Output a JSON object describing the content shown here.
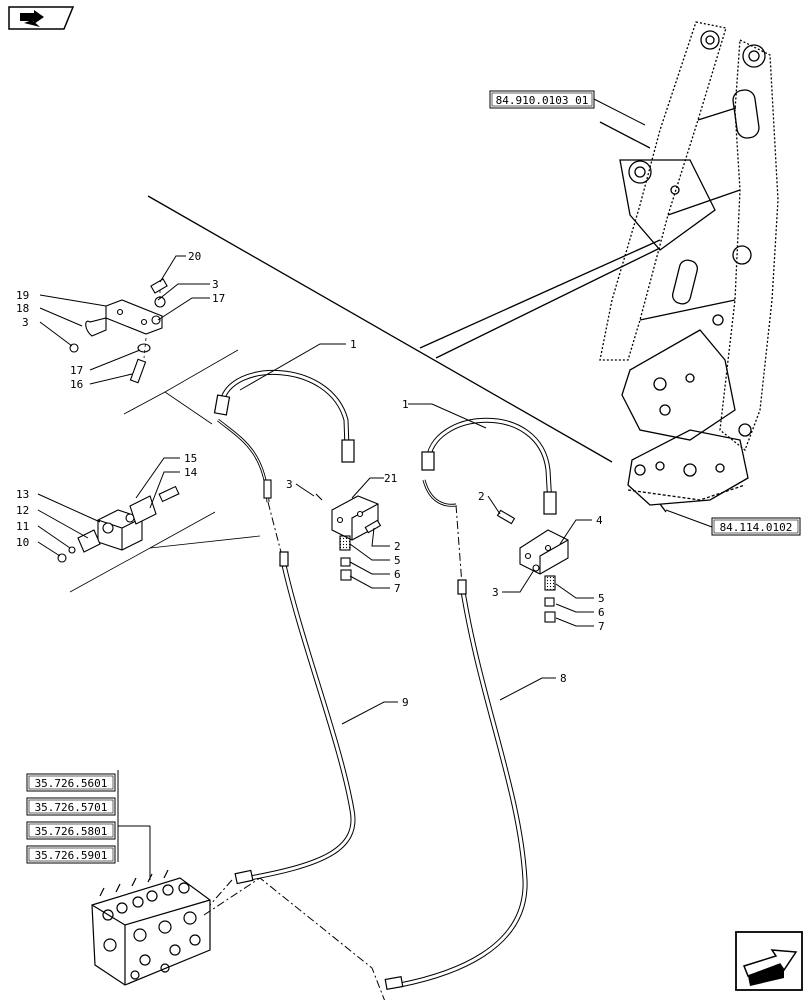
{
  "nav": {
    "top_icon": "return-arrow-icon",
    "bottom_icon": "next-page-arrow-icon"
  },
  "refs": {
    "boom_upper": "84.910.0103 01",
    "boom_lower": "84.114.0102",
    "valve": [
      "35.726.5601",
      "35.726.5701",
      "35.726.5801",
      "35.726.5901"
    ]
  },
  "callouts": {
    "c20": "20",
    "c19": "19",
    "c18": "18",
    "c3a": "3",
    "c3b": "3",
    "c17a": "17",
    "c17b": "17",
    "c16": "16",
    "c1a": "1",
    "c1b": "1",
    "c15": "15",
    "c14": "14",
    "c13": "13",
    "c12": "12",
    "c11": "11",
    "c10": "10",
    "c21": "21",
    "c3c": "3",
    "c2a": "2",
    "c5a": "5",
    "c6a": "6",
    "c7a": "7",
    "c2b": "2",
    "c4": "4",
    "c3d": "3",
    "c5b": "5",
    "c6b": "6",
    "c7b": "7",
    "c9": "9",
    "c8": "8"
  }
}
